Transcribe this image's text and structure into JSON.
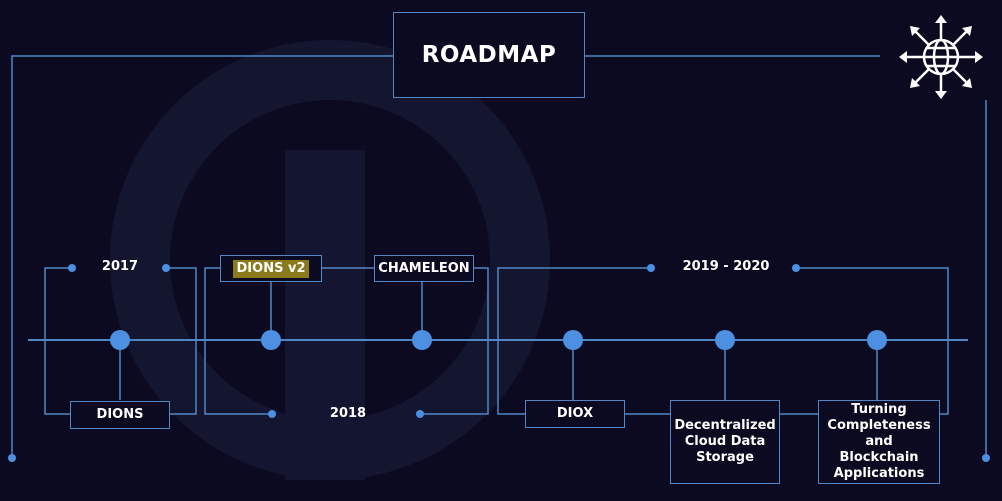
{
  "title": "ROADMAP",
  "colors": {
    "background": "#0b0a20",
    "line": "#4f86c6",
    "node": "#4d8fe0",
    "highlight": "#8a7a1c"
  },
  "icon": "globe-arrows-icon",
  "years": {
    "y2017": "2017",
    "y2018": "2018",
    "y2019_2020": "2019 - 2020"
  },
  "milestones": {
    "dions": "DIONS",
    "dions_v2": "DIONS v2",
    "chameleon": "CHAMELEON",
    "diox": "DIOX",
    "storage": "Decentralized Cloud Data Storage",
    "turing": "Turning Completeness and Blockchain Applications"
  }
}
